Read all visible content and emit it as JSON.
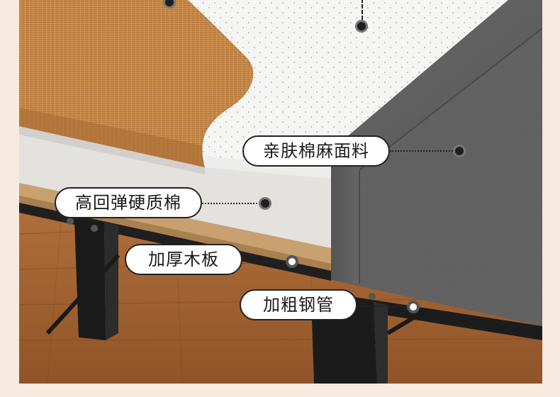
{
  "callouts": {
    "fabric": "亲肤棉麻面料",
    "foam": "高回弹硬质棉",
    "board": "加厚木板",
    "steel": "加粗钢管"
  },
  "colors": {
    "background": "#f7eadf",
    "coir": "#c98b4a",
    "latex": "#f4f4f3",
    "fabric": "#5e5e5e",
    "floor": "#a56535",
    "steel_frame": "#1c1c1c"
  }
}
